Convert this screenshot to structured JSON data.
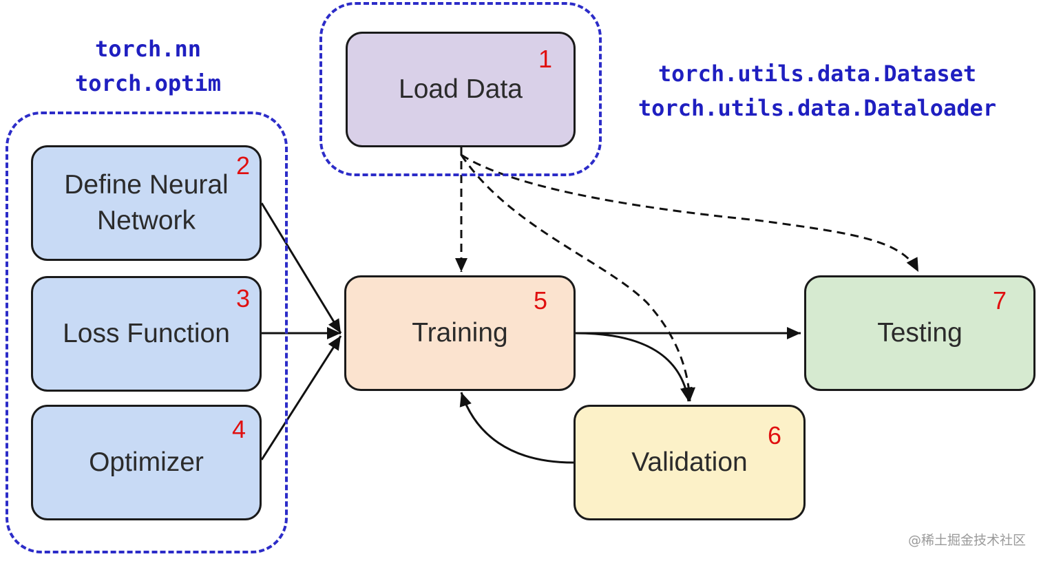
{
  "groups": {
    "left_apis": [
      "torch.nn",
      "torch.optim"
    ],
    "data_apis": [
      "torch.utils.data.Dataset",
      "torch.utils.data.Dataloader"
    ]
  },
  "nodes": {
    "load_data": {
      "label": "Load Data",
      "step": "1",
      "color": "#d9d0e8"
    },
    "define_network": {
      "label": "Define Neural\nNetwork",
      "step": "2",
      "color": "#c8daf5"
    },
    "loss_function": {
      "label": "Loss Function",
      "step": "3",
      "color": "#c8daf5"
    },
    "optimizer": {
      "label": "Optimizer",
      "step": "4",
      "color": "#c8daf5"
    },
    "training": {
      "label": "Training",
      "step": "5",
      "color": "#fbe3cf"
    },
    "validation": {
      "label": "Validation",
      "step": "6",
      "color": "#fcf1c8"
    },
    "testing": {
      "label": "Testing",
      "step": "7",
      "color": "#d6ead0"
    }
  },
  "edges": [
    {
      "from": "define_network",
      "to": "training",
      "style": "solid"
    },
    {
      "from": "loss_function",
      "to": "training",
      "style": "solid"
    },
    {
      "from": "optimizer",
      "to": "training",
      "style": "solid"
    },
    {
      "from": "training",
      "to": "testing",
      "style": "solid"
    },
    {
      "from": "training",
      "to": "validation",
      "style": "solid"
    },
    {
      "from": "validation",
      "to": "training",
      "style": "solid"
    },
    {
      "from": "load_data",
      "to": "training",
      "style": "dashed"
    },
    {
      "from": "load_data",
      "to": "validation",
      "style": "dashed"
    },
    {
      "from": "load_data",
      "to": "testing",
      "style": "dashed"
    }
  ],
  "watermark": "@稀土掘金技术社区"
}
